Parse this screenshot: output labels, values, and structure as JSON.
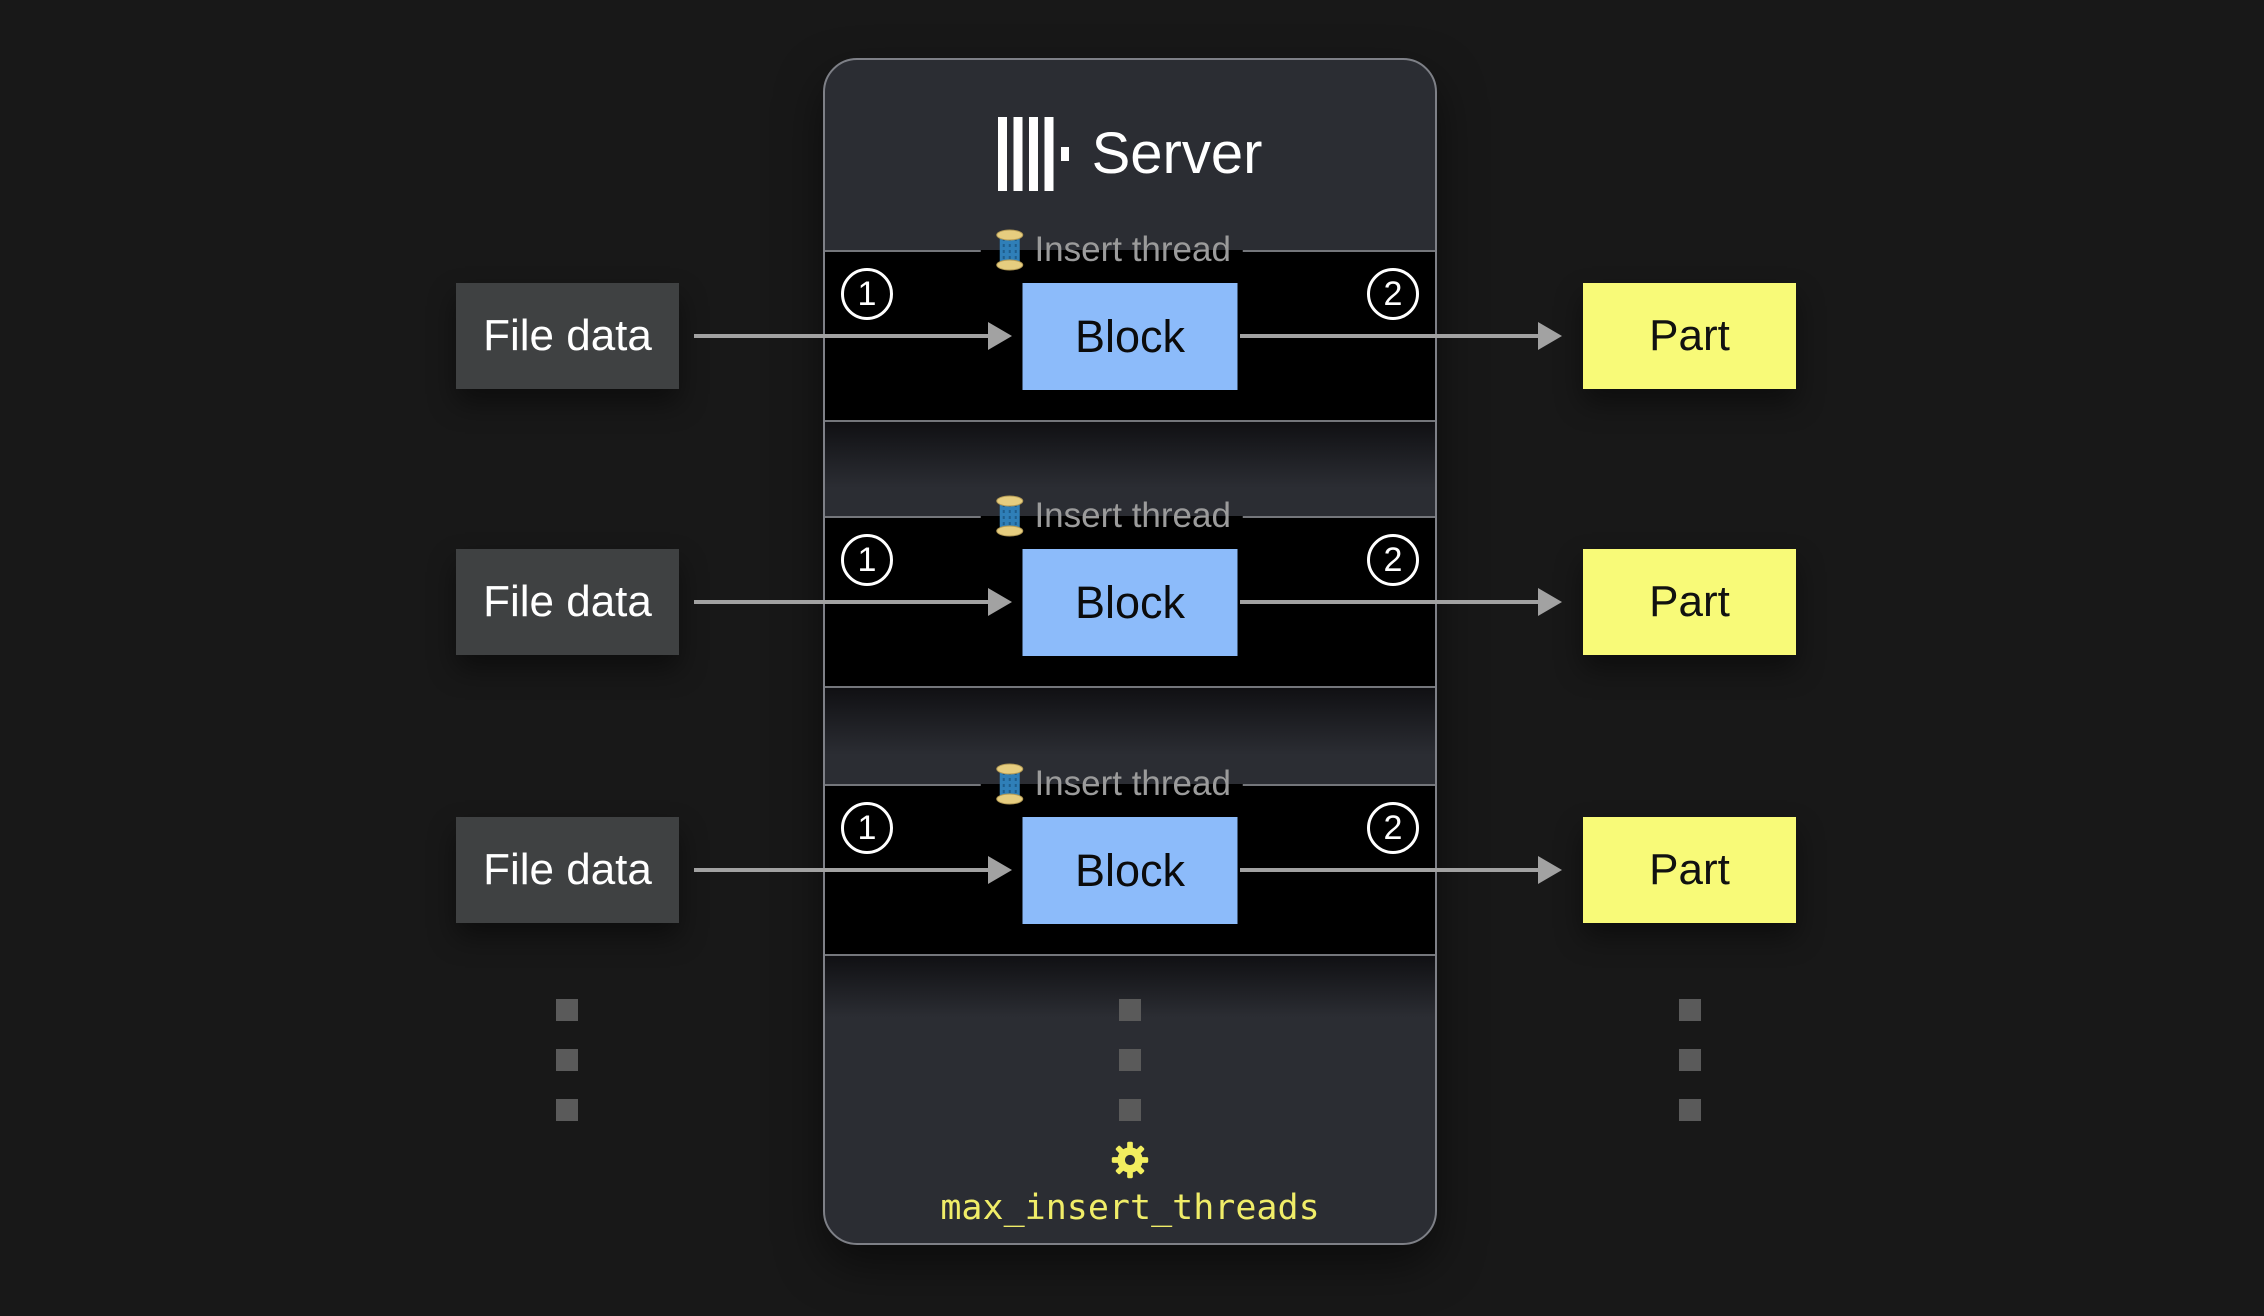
{
  "server": {
    "title": "Server",
    "setting": "max_insert_threads"
  },
  "rows": [
    {
      "input": "File data",
      "thread": "Insert thread",
      "step_in": "1",
      "block": "Block",
      "step_out": "2",
      "output": "Part"
    },
    {
      "input": "File data",
      "thread": "Insert thread",
      "step_in": "1",
      "block": "Block",
      "step_out": "2",
      "output": "Part"
    },
    {
      "input": "File data",
      "thread": "Insert thread",
      "step_in": "1",
      "block": "Block",
      "step_out": "2",
      "output": "Part"
    }
  ],
  "colors": {
    "background": "#181818",
    "panel": "#2b2d33",
    "panel_border": "#7e8087",
    "row_bg": "#000000",
    "row_border": "#74767b",
    "input_box": "#3f4142",
    "block": "#8cbbfa",
    "part": "#f8fa78",
    "arrow": "#a2a2a2",
    "label_gray": "#9b9b9b",
    "accent_yellow": "#f0ed68",
    "dots": "#5a5a5a"
  }
}
